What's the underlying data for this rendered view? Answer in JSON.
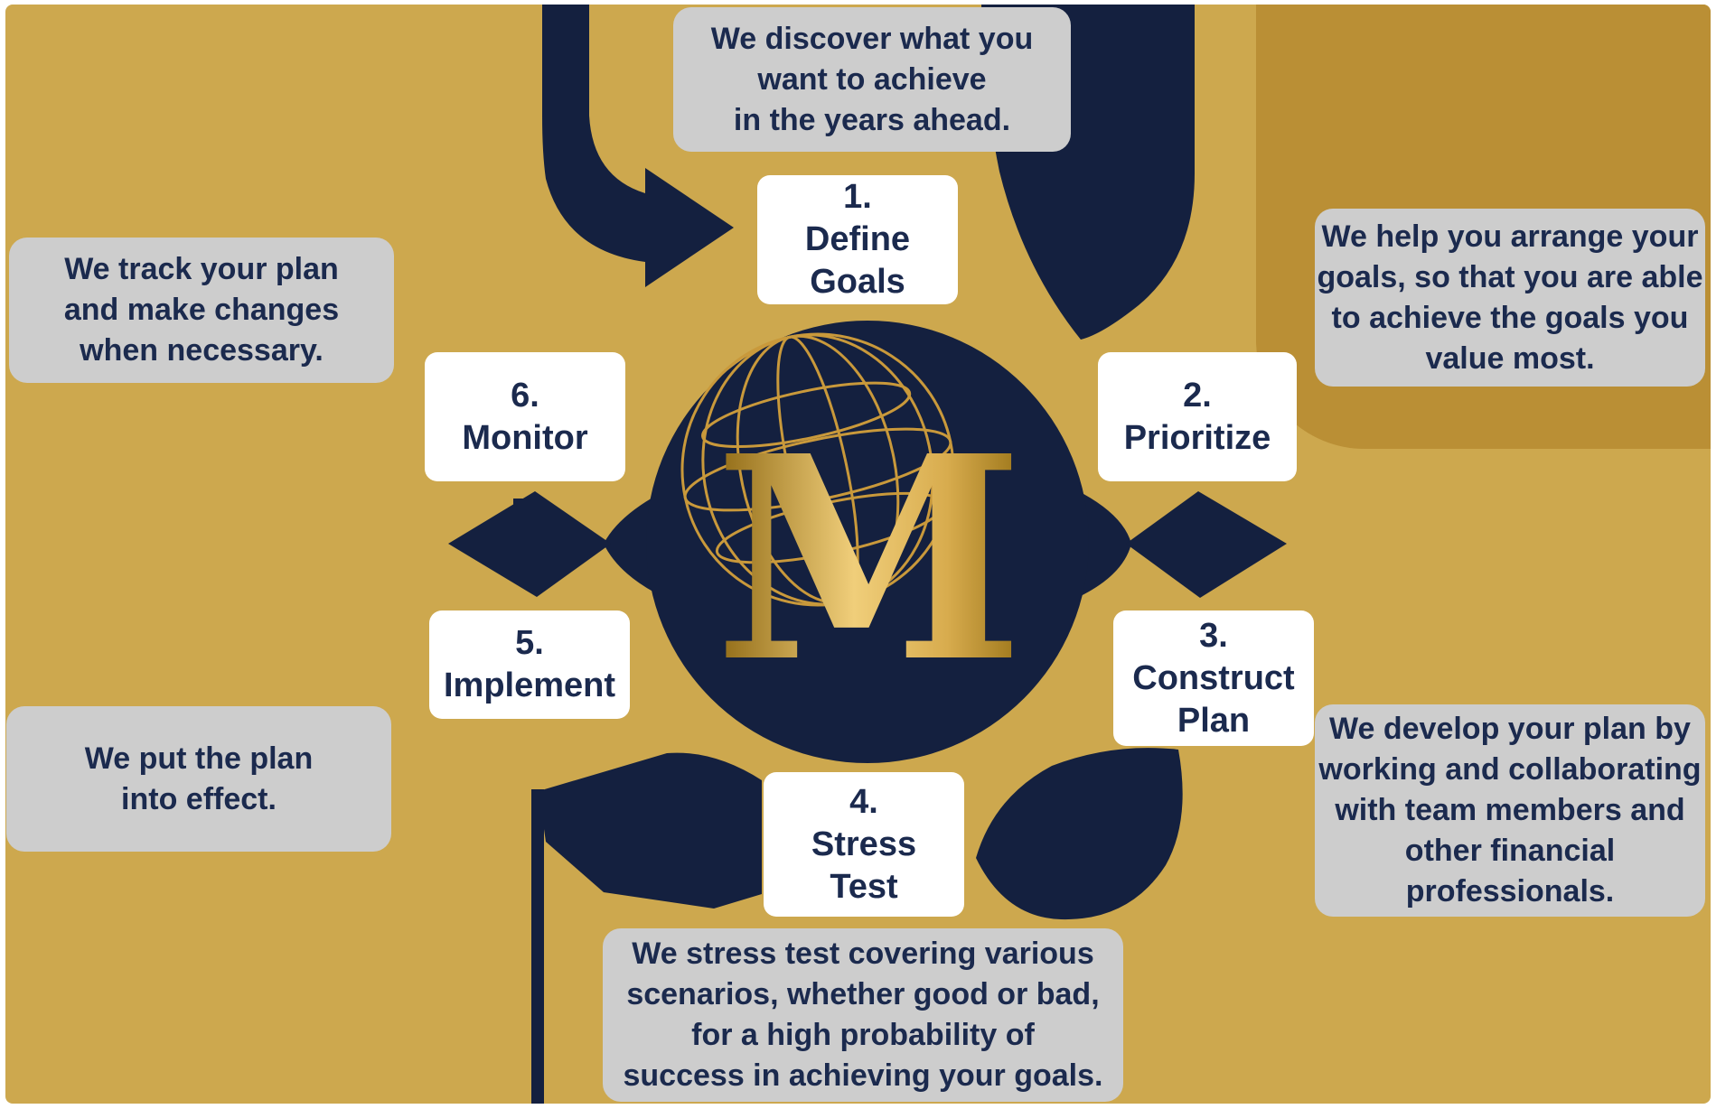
{
  "colors": {
    "gold_background": "#CDA84E",
    "gold_dark_panel": "#BA8F35",
    "navy_shape": "#14203F",
    "navy_text": "#1B2A4E",
    "gray_box": "#CDCDCD",
    "white_box": "#FFFFFF",
    "logo_gold": "#C9993B"
  },
  "logo": {
    "letter": "M"
  },
  "steps": [
    {
      "label": "1.\nDefine\nGoals"
    },
    {
      "label": "2.\nPrioritize"
    },
    {
      "label": "3.\nConstruct\nPlan"
    },
    {
      "label": "4.\nStress\nTest"
    },
    {
      "label": "5.\nImplement"
    },
    {
      "label": "6.\nMonitor"
    }
  ],
  "descriptions": [
    {
      "text": "We discover what you\nwant to achieve\nin the years ahead."
    },
    {
      "text": "We help you arrange your\ngoals, so that you are able\nto achieve the goals you\nvalue most."
    },
    {
      "text": "We develop your plan by\nworking and collaborating\nwith team members and\nother financial\nprofessionals."
    },
    {
      "text": "We stress test covering various\nscenarios, whether good or bad,\nfor a high probability of\nsuccess in achieving your goals."
    },
    {
      "text": "We put the plan\ninto effect."
    },
    {
      "text": "We track your plan\nand make changes\nwhen necessary."
    }
  ]
}
